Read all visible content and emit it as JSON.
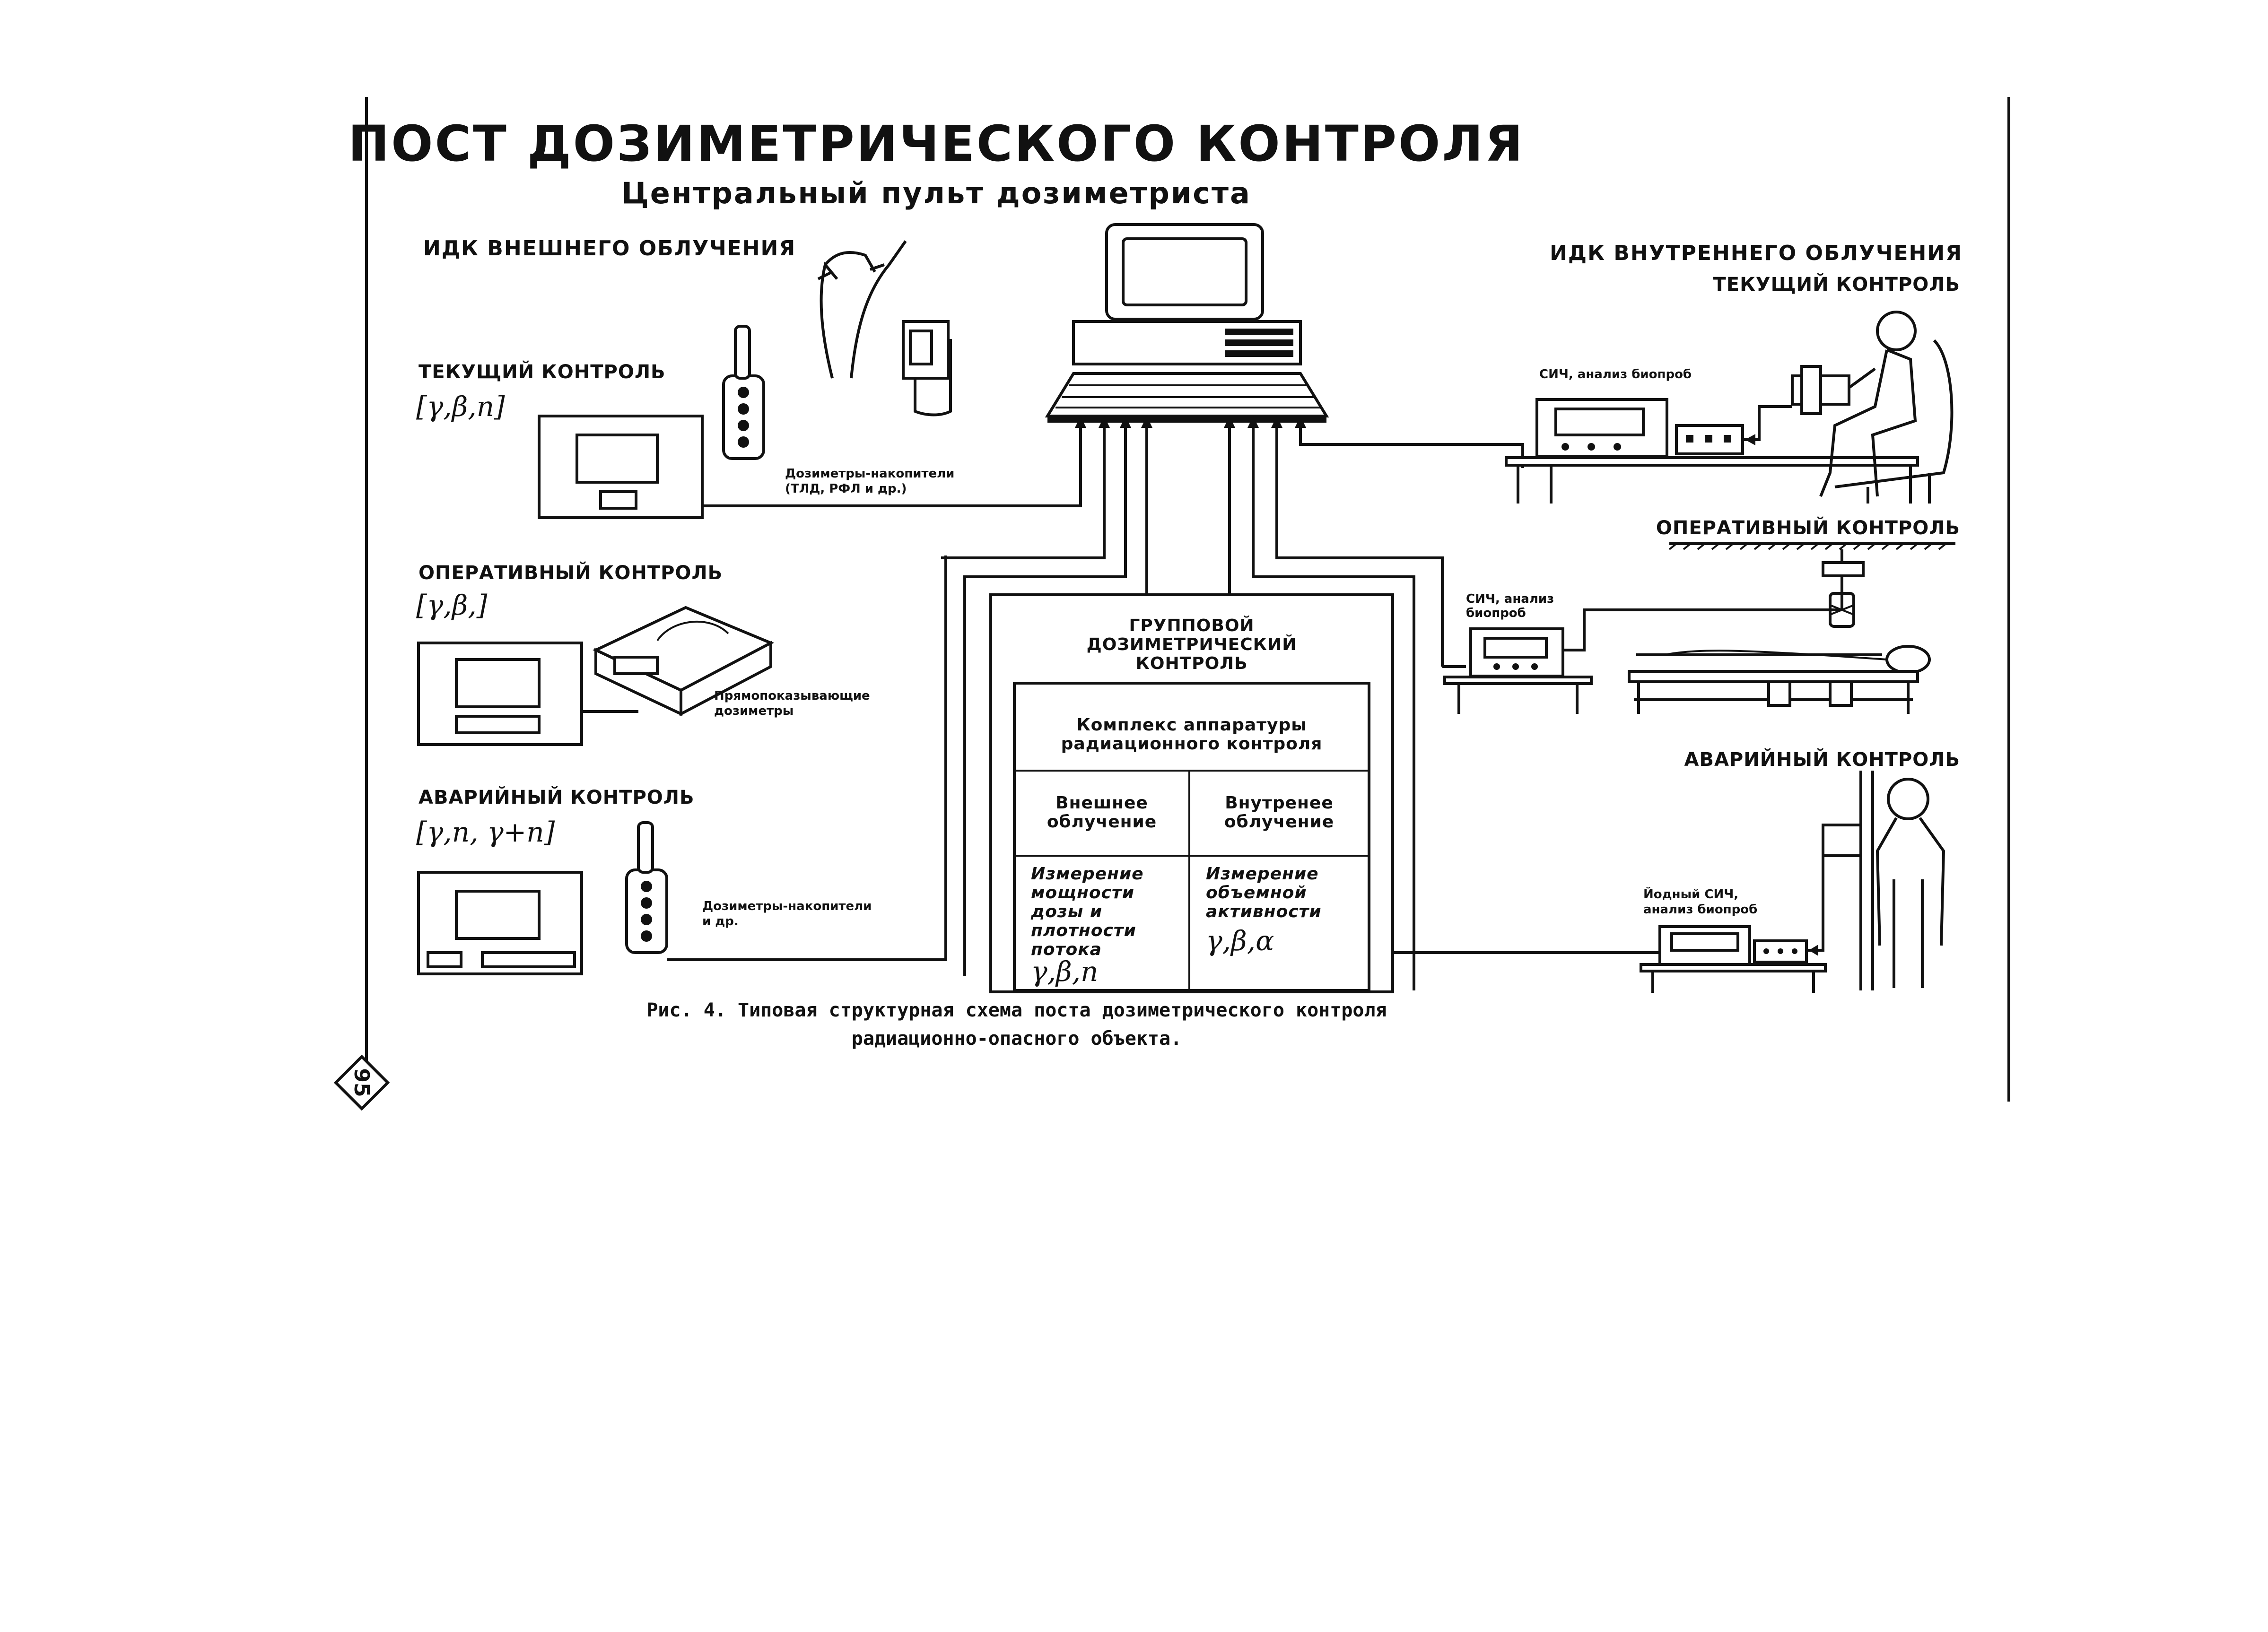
{
  "title": "ПОСТ ДОЗИМЕТРИЧЕСКОГО КОНТРОЛЯ",
  "subtitle": "Центральный пульт дозиметриста",
  "external": {
    "heading": "ИДК ВНЕШНЕГО ОБЛУЧЕНИЯ",
    "current": {
      "label": "ТЕКУЩИЙ КОНТРОЛЬ",
      "formula": "[γ,β,n]",
      "note_1": "Дозиметры-накопители",
      "note_2": "(ТЛД, РФЛ и др.)"
    },
    "operative": {
      "label": "ОПЕРАТИВНЫЙ КОНТРОЛЬ",
      "formula": "[γ,β,]",
      "note_1": "Прямопоказывающие",
      "note_2": "дозиметры"
    },
    "emergency": {
      "label": "АВАРИЙНЫЙ КОНТРОЛЬ",
      "formula": "[γ,n, γ+n]",
      "note_1": "Дозиметры-накопители",
      "note_2": "и др."
    }
  },
  "internal": {
    "heading": "ИДК ВНУТРЕННЕГО ОБЛУЧЕНИЯ",
    "current": {
      "label": "ТЕКУЩИЙ КОНТРОЛЬ",
      "note": "СИЧ, анализ биопроб"
    },
    "operative": {
      "label": "ОПЕРАТИВНЫЙ КОНТРОЛЬ",
      "note_1": "СИЧ, анализ",
      "note_2": "биопроб"
    },
    "emergency": {
      "label": "АВАРИЙНЫЙ КОНТРОЛЬ",
      "note_1": "Йодный СИЧ,",
      "note_2": "анализ биопроб"
    }
  },
  "group": {
    "heading_1": "ГРУППОВОЙ",
    "heading_2": "ДОЗИМЕТРИЧЕСКИЙ",
    "heading_3": "КОНТРОЛЬ",
    "complex_1": "Комплекс аппаратуры",
    "complex_2": "радиационного контроля",
    "ext_1": "Внешнее",
    "ext_2": "облучение",
    "int_1": "Внутренее",
    "int_2": "облучение",
    "meas_ext": [
      "Измерение",
      "мощности",
      "дозы и",
      "плотности",
      "потока"
    ],
    "meas_ext_formula": "γ,β,n",
    "meas_int": [
      "Измерение",
      "объемной",
      "активности"
    ],
    "meas_int_formula": "γ,β,α"
  },
  "caption_1": "Рис. 4.  Типовая структурная схема поста дозиметрического контроля",
  "caption_2": "радиационно-опасного объекта.",
  "page_number": "95"
}
